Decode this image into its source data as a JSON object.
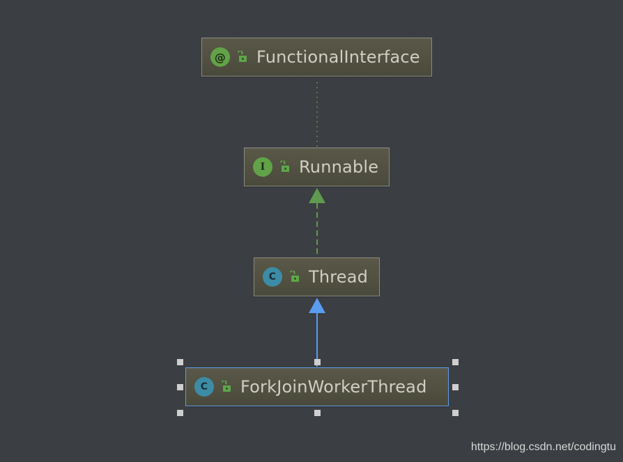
{
  "diagram": {
    "nodes": [
      {
        "id": "functional-interface",
        "kind": "annotation",
        "badge": "@",
        "label": "FunctionalInterface"
      },
      {
        "id": "runnable",
        "kind": "interface",
        "badge": "I",
        "label": "Runnable"
      },
      {
        "id": "thread",
        "kind": "class",
        "badge": "C",
        "label": "Thread"
      },
      {
        "id": "forkjoin-worker-thread",
        "kind": "class",
        "badge": "C",
        "label": "ForkJoinWorkerThread",
        "selected": true
      }
    ],
    "edges": [
      {
        "from": "runnable",
        "to": "functional-interface",
        "type": "annotated-with",
        "style": "dotted",
        "color": "#6e8a3e"
      },
      {
        "from": "thread",
        "to": "runnable",
        "type": "implements",
        "style": "dashed",
        "color": "#5f9a4f"
      },
      {
        "from": "forkjoin-worker-thread",
        "to": "thread",
        "type": "extends",
        "style": "solid",
        "color": "#5a9cf0"
      }
    ]
  },
  "colors": {
    "background": "#3b3e42",
    "node_fill": "#4e4d3f",
    "node_border": "#8c8b84",
    "selection": "#5e9ee8",
    "annotation_badge": "#62a248",
    "interface_badge": "#62a248",
    "class_badge": "#3d8ca6",
    "lock_icon": "#5ea64a"
  },
  "watermark": "https://blog.csdn.net/codingtu"
}
